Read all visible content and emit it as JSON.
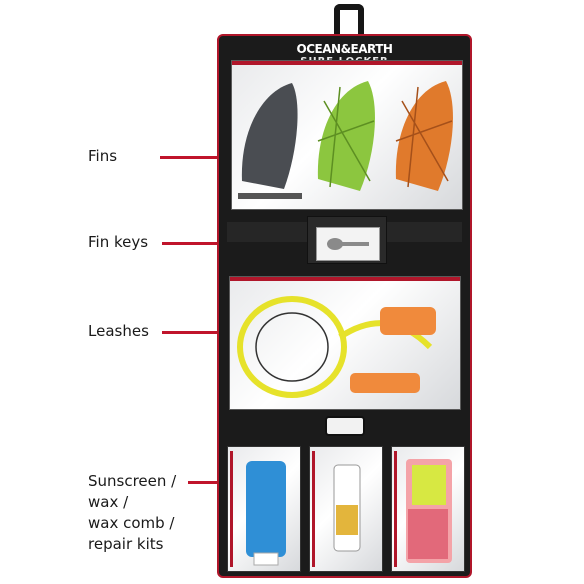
{
  "labels": {
    "fins": "Fins",
    "fin_keys": "Fin keys",
    "leashes": "Leashes",
    "sunscreen_line1": "Sunscreen /",
    "sunscreen_line2": "wax /",
    "sunscreen_line3": "wax comb /",
    "sunscreen_line4": "repair kits"
  },
  "product": {
    "brand": "OCEAN&EARTH",
    "model": "SURF LOCKER"
  },
  "colors": {
    "accent_red": "#c0142b",
    "bag_black": "#1b1b1b",
    "fin_grey": "#4a4d52",
    "fin_green": "#8cc63f",
    "fin_orange": "#e07a2c",
    "leash_yellow": "#e6e22a",
    "leash_orange": "#f08a3c"
  }
}
